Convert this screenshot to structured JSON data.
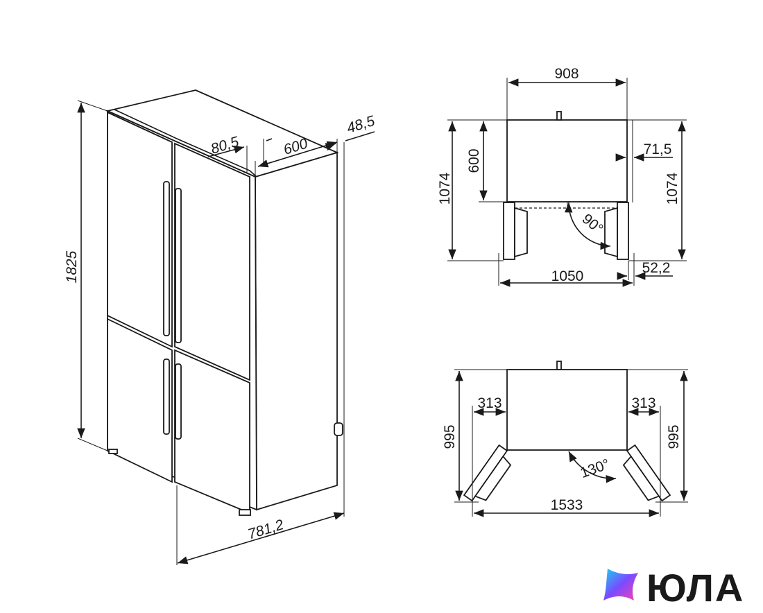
{
  "dimensions": {
    "height": "1825",
    "width_iso": "781,2",
    "depth_iso": "600",
    "door_offset": "80,5",
    "back_offset": "48,5",
    "top_width": "908",
    "top_depth": "600",
    "top_door_depth": "71,5",
    "top_total_depth_left": "1074",
    "top_total_depth_right": "1074",
    "top_open_width": "1050",
    "top_side_clear": "52,2",
    "top_angle": "90°",
    "bot_left_clear": "313",
    "bot_right_clear": "313",
    "bot_depth_left": "995",
    "bot_depth_right": "995",
    "bot_open_width": "1533",
    "bot_angle": "130°"
  },
  "logo": {
    "text": "ЮЛА",
    "gradient": [
      "#19d3f3",
      "#7a4bff",
      "#ff3fae"
    ]
  }
}
